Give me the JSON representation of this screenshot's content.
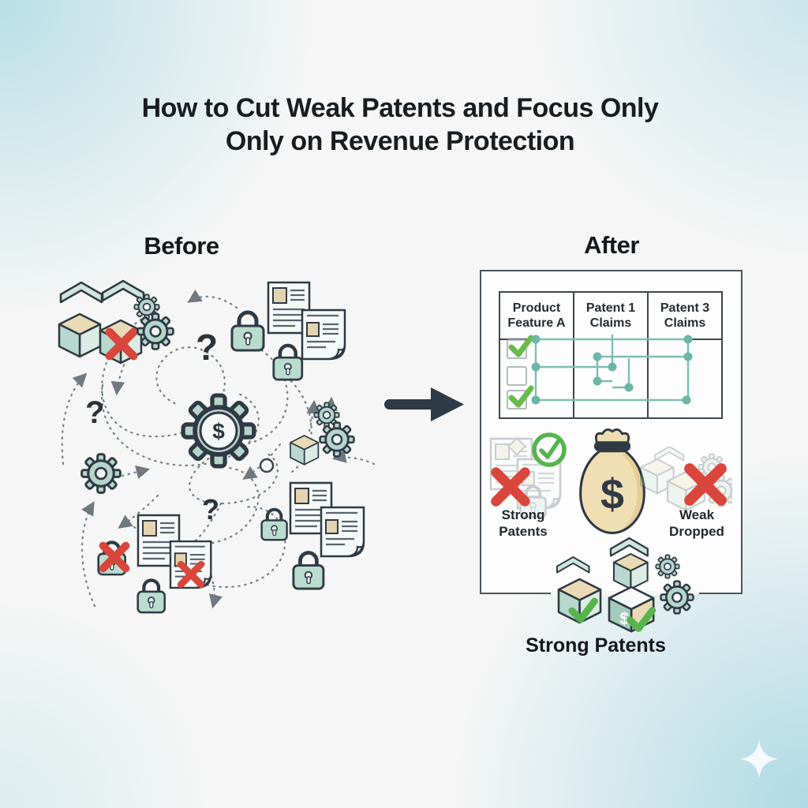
{
  "title": {
    "line1": "How to Cut Weak Patents and Focus Only",
    "line2": "Only on Revenue Protection"
  },
  "sections": {
    "before_label": "Before",
    "after_label": "After"
  },
  "symbols": {
    "question_mark": "?",
    "dollar": "$"
  },
  "after_panel": {
    "table": {
      "headers": [
        {
          "line1": "Product",
          "line2": "Feature A"
        },
        {
          "line1": "Patent 1",
          "line2": "Claims"
        },
        {
          "line1": "Patent 3",
          "line2": "Claims"
        }
      ],
      "checkbox_states": [
        true,
        false,
        true
      ]
    },
    "kept_label": {
      "line1": "Strong",
      "line2": "Patents"
    },
    "dropped_label": {
      "line1": "Weak",
      "line2": "Dropped"
    },
    "money_bag_symbol": "$",
    "bottom_label": "Strong Patents"
  },
  "colors": {
    "outline": "#2f3a44",
    "teal": "#b5d5cb",
    "teal_light": "#d6e8e1",
    "tan": "#ead9b5",
    "red": "#d9463c",
    "green": "#57b44c",
    "network": "#7fbdb0",
    "bag": "#f1dfb4",
    "arrow": "#2e3a45"
  }
}
